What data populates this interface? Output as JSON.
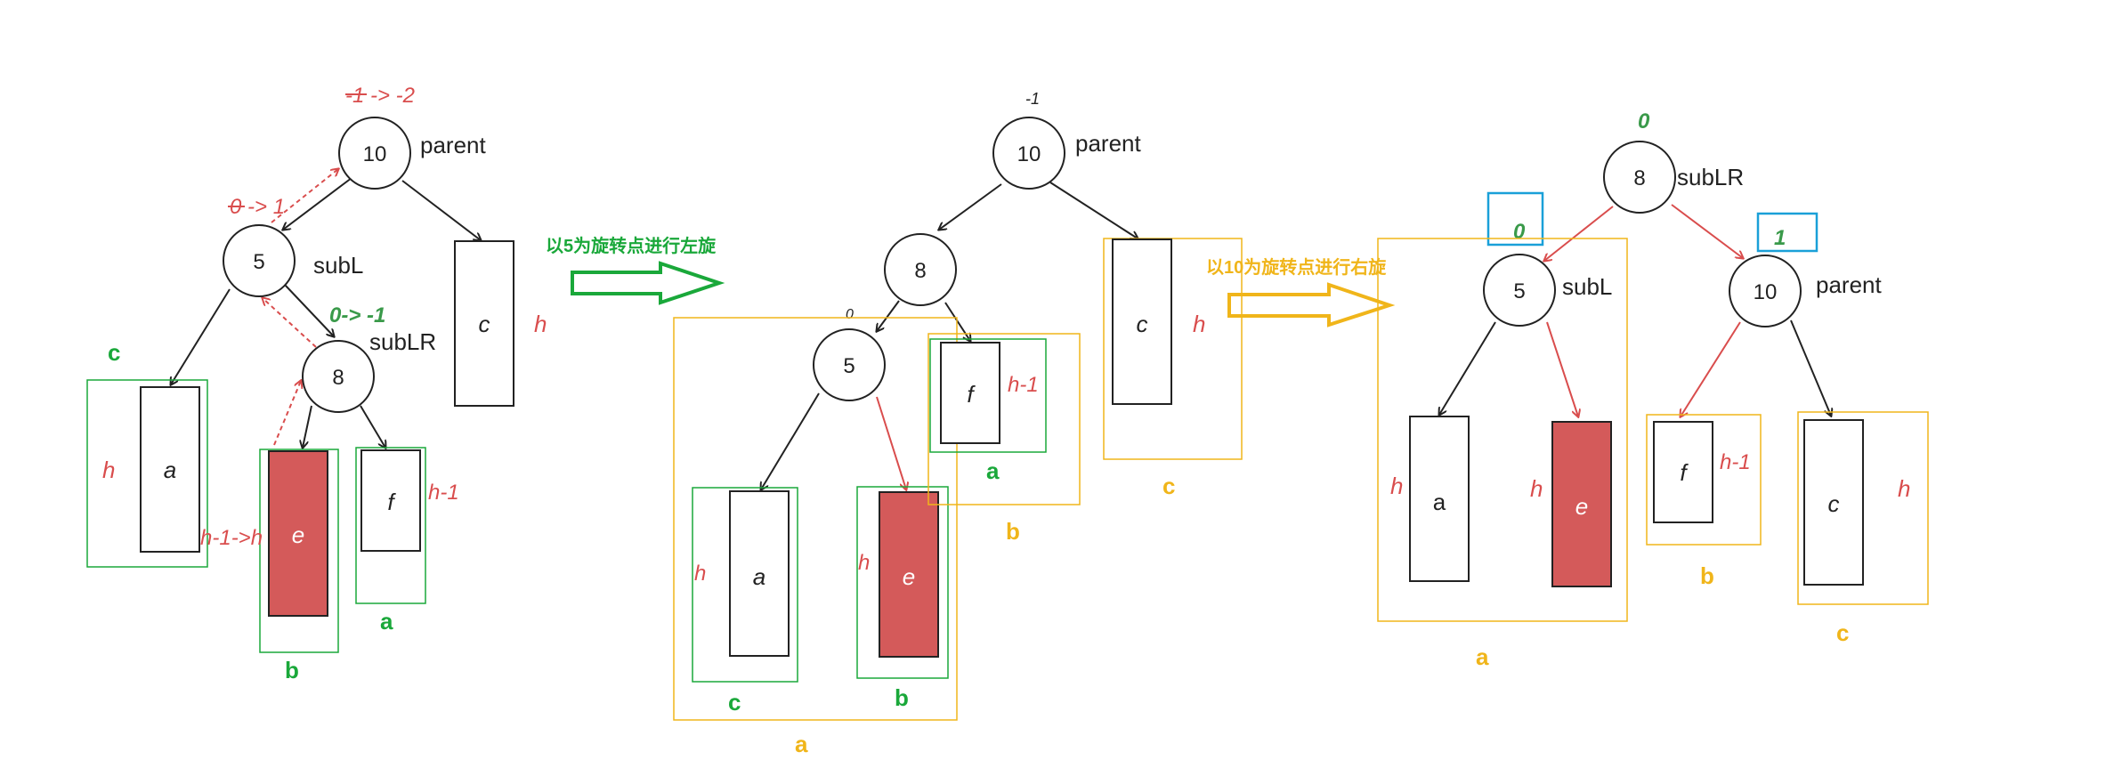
{
  "colors": {
    "green": "#1aa83a",
    "yellow": "#f0b51a",
    "red": "#d94d4d",
    "red_fill": "#d45a5a",
    "blue": "#1aa0d8",
    "black": "#222222"
  },
  "diagram1": {
    "n10": "10",
    "n5": "5",
    "n8": "8",
    "parent_label": "parent",
    "subL_label": "subL",
    "subLR_label": "subLR",
    "bf10": "-1 -> -2",
    "bf5": "0 -> 1",
    "bf8": "0-> -1",
    "box_a": "a",
    "box_e": "e",
    "box_f": "f",
    "box_c": "c",
    "h_left": "h",
    "h_c": "h",
    "h_e_change": "h-1->h",
    "h_f": "h-1",
    "grp_c": "c",
    "grp_b": "b",
    "grp_a": "a"
  },
  "arrow1_label": "以5为旋转点进行左旋",
  "diagram2": {
    "n10": "10",
    "n8": "8",
    "n5": "5",
    "parent_label": "parent",
    "bf10": "-1",
    "bf5": "0",
    "box_a": "a",
    "box_e": "e",
    "box_f": "f",
    "box_c": "c",
    "h_a": "h",
    "h_e": "h",
    "h_f": "h-1",
    "h_c": "h",
    "grp_c": "c",
    "grp_b_inner": "b",
    "grp_a_inner": "a",
    "grp_a_outer": "a",
    "grp_b_outer": "b",
    "grp_c_outer": "c"
  },
  "arrow2_label": "以10为旋转点进行右旋",
  "diagram3": {
    "n8": "8",
    "n5": "5",
    "n10": "10",
    "subLR_label": "subLR",
    "subL_label": "subL",
    "parent_label": "parent",
    "bf8": "0",
    "bf5": "0",
    "bf10": "1",
    "box_a": "a",
    "box_e": "e",
    "box_f": "f",
    "box_c": "c",
    "h_a": "h",
    "h_e": "h",
    "h_f": "h-1",
    "h_c": "h",
    "grp_a": "a",
    "grp_b": "b",
    "grp_c": "c"
  }
}
